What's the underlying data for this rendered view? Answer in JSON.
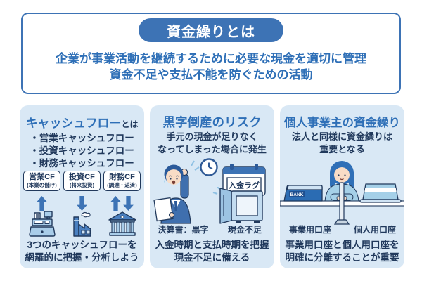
{
  "header": {
    "badge": "資金繰りとは",
    "description_line1": "企業が事業活動を継続するために必要な現金を適切に管理",
    "description_line2": "資金不足や支払不能を防ぐための活動"
  },
  "columns": [
    {
      "title_main": "キャッシュフロー",
      "title_suffix": "とは",
      "bullets": [
        "・営業キャッシュフロー",
        "・投資キャッシュフロー",
        "・財務キャッシュフロー"
      ],
      "cf_boxes": [
        {
          "name": "営業CF",
          "note": "(本業の儲け)",
          "arrow": "up",
          "icon": "cash-register-icon"
        },
        {
          "name": "投資CF",
          "note": "(将来投資)",
          "arrow": "down",
          "icon": "factory-icon"
        },
        {
          "name": "財務CF",
          "note": "(調達・返済)",
          "arrow": "up-down",
          "icon": "bank-icon"
        }
      ],
      "footer_line1": "3つのキャッシュフローを",
      "footer_line2": "網羅的に把握・分析しよう"
    },
    {
      "title_main": "黒字倒産のリスク",
      "desc_line1": "手元の現金が足りなく",
      "desc_line2": "なってしまった場合に発生",
      "calendar_label": "入金ラグ",
      "caption_left": "決算書：黒字",
      "caption_right": "現金不足",
      "footer_line1": "入金時期と支払時期を把握",
      "footer_line2": "現金不足に備える"
    },
    {
      "title_main": "個人事業主の資金繰り",
      "desc_line1": "法人と同様に資金繰りは",
      "desc_line2": "重要となる",
      "bank_label": "BANK",
      "caption_left": "事業用口座",
      "caption_right": "個人用口座",
      "footer_line1": "事業用口座と個人用口座を",
      "footer_line2": "明確に分離することが重要"
    }
  ],
  "colors": {
    "primary_blue": "#3d73b5",
    "heading_blue": "#2e6fb7",
    "text_navy": "#21395c",
    "card_background": "#d9e8f5",
    "icon_light_blue": "#a9cde9",
    "icon_mid_blue": "#4a80c0"
  }
}
